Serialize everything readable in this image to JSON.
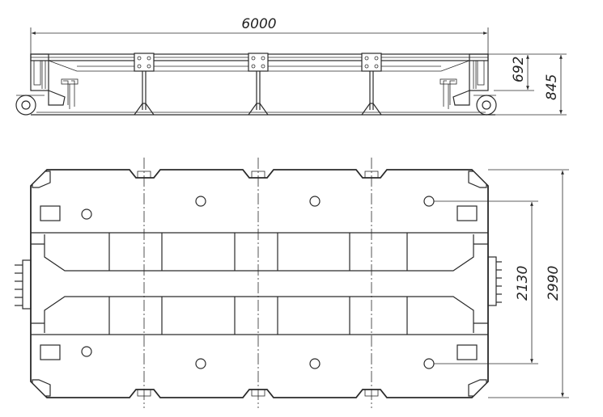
{
  "dimensions": {
    "overall_length": "6000",
    "frame_height": "692",
    "total_height": "845",
    "inner_width": "2130",
    "overall_width": "2990"
  }
}
